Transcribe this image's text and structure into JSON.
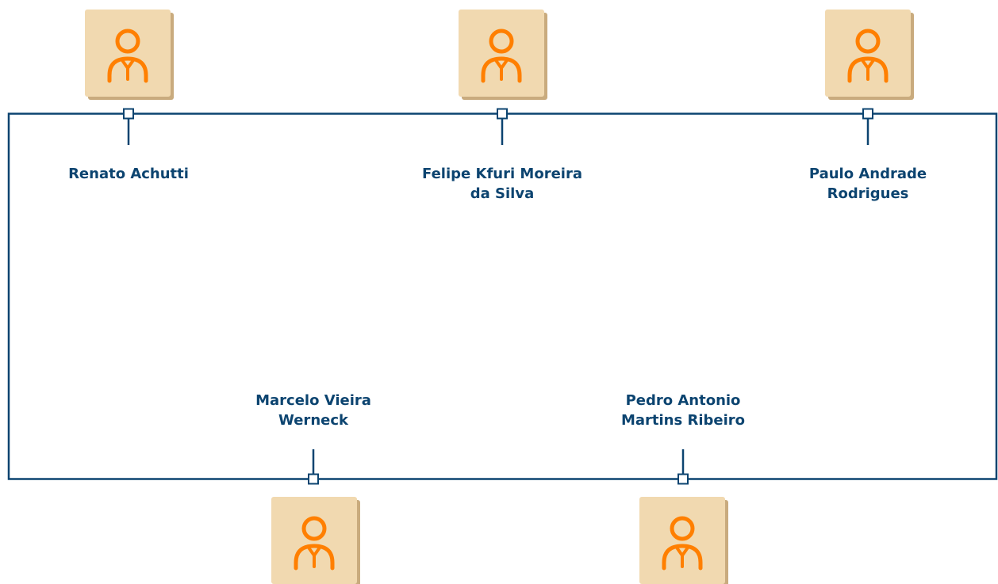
{
  "colors": {
    "frame_line": "#0c4470",
    "tile_fill": "#f1d9b0",
    "tile_shadow": "#c9ab7e",
    "icon": "#ff7f00",
    "name_text": "#0c4470"
  },
  "icon": "person-icon",
  "people": [
    {
      "name": "Renato Achutti"
    },
    {
      "name": "Felipe Kfuri Moreira\nda Silva"
    },
    {
      "name": "Paulo Andrade\nRodrigues"
    },
    {
      "name": "Marcelo Vieira\nWerneck"
    },
    {
      "name": "Pedro Antonio\nMartins Ribeiro"
    }
  ]
}
